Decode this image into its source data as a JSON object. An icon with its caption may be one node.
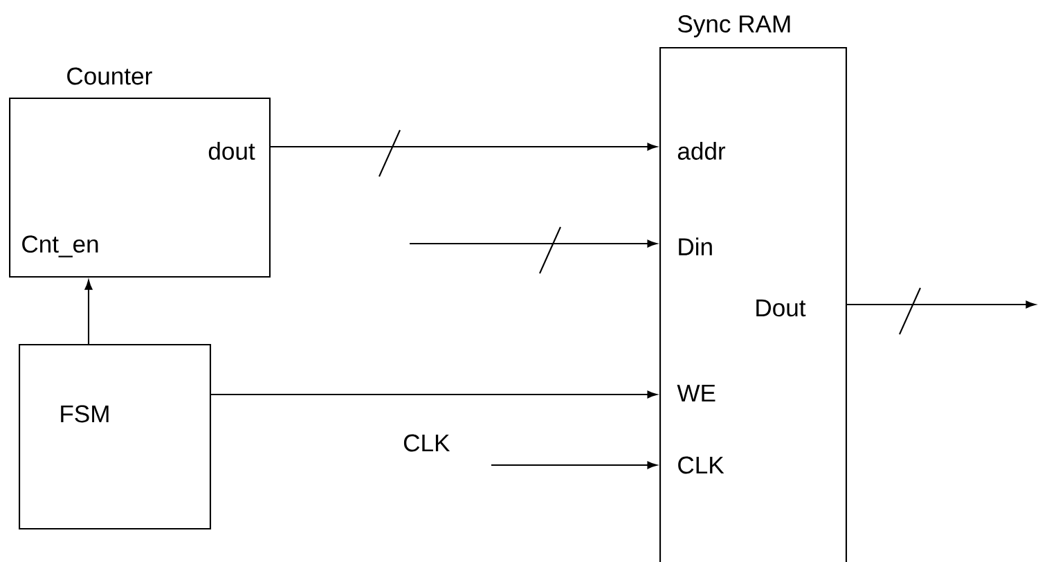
{
  "diagram": {
    "nodes": [
      {
        "text": [
          "Counter",
          "dout",
          "Cnt_en"
        ]
      },
      {
        "text": [
          "FSM"
        ]
      },
      {
        "text": [
          "Sync RAM",
          "addr",
          "Din",
          "Dout",
          "WE",
          "CLK"
        ]
      }
    ],
    "edges": [
      {
        "from": 0,
        "to": 2,
        "arrow": "to"
      },
      {
        "from": null,
        "to": 2,
        "arrow": "to"
      },
      {
        "from": 2,
        "to": null,
        "arrow": "to"
      },
      {
        "from": 1,
        "to": 0,
        "arrow": "to"
      },
      {
        "from": 1,
        "to": 2,
        "arrow": "to"
      },
      {
        "from": null,
        "to": 2,
        "arrow": "to",
        "label": "CLK"
      }
    ]
  }
}
